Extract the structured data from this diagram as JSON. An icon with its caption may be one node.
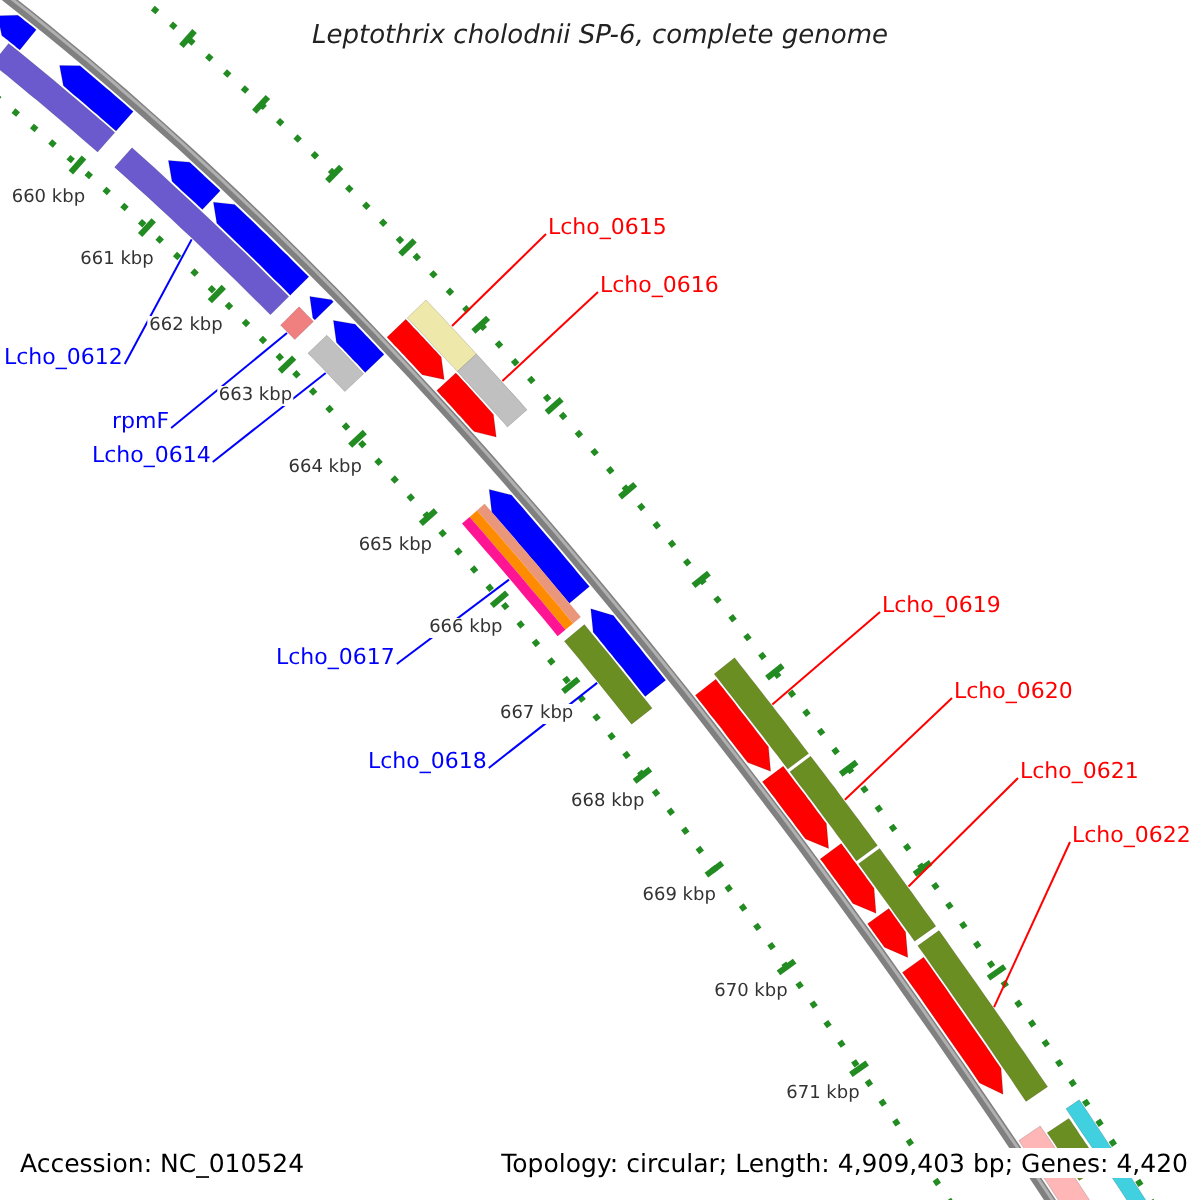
{
  "diagram": {
    "title": "Leptothrix cholodnii SP-6, complete genome",
    "nodes": [
      {
        "text": [
          "Lcho_0612"
        ]
      },
      {
        "text": [
          "rpmF"
        ]
      },
      {
        "text": [
          "Lcho_0614"
        ]
      },
      {
        "text": [
          "Lcho_0615"
        ]
      },
      {
        "text": [
          "Lcho_0616"
        ]
      },
      {
        "text": [
          "Lcho_0617"
        ]
      },
      {
        "text": [
          "Lcho_0618"
        ]
      },
      {
        "text": [
          "Lcho_0619"
        ]
      },
      {
        "text": [
          "Lcho_0620"
        ]
      },
      {
        "text": [
          "Lcho_0621"
        ]
      },
      {
        "text": [
          "Lcho_0622"
        ]
      },
      {
        "text": [],
        "shape": "bar"
      },
      {
        "text": [],
        "shape": "bar"
      },
      {
        "text": [],
        "shape": "bar"
      },
      {
        "text": [],
        "shape": "bar"
      },
      {
        "text": [],
        "shape": "bar"
      },
      {
        "text": [],
        "shape": "bar"
      },
      {
        "text": [],
        "shape": "bar"
      },
      {
        "text": [],
        "shape": "bar"
      },
      {
        "text": [],
        "shape": "bar"
      },
      {
        "text": [],
        "shape": "bar"
      },
      {
        "text": [],
        "shape": "bar"
      }
    ],
    "edges": [
      {
        "from": 0,
        "to": 11,
        "arrow": "none",
        "color": "#0000ff"
      },
      {
        "from": 1,
        "to": 12,
        "arrow": "none",
        "color": "#0000ff"
      },
      {
        "from": 2,
        "to": 13,
        "arrow": "none",
        "color": "#0000ff"
      },
      {
        "from": 3,
        "to": 14,
        "arrow": "none"
      },
      {
        "from": 4,
        "to": 15,
        "arrow": "none"
      },
      {
        "from": 5,
        "to": 16,
        "arrow": "none",
        "color": "#0000ff"
      },
      {
        "from": 6,
        "to": 17,
        "arrow": "none",
        "color": "#0000ff"
      },
      {
        "from": 7,
        "to": 18,
        "arrow": "none"
      },
      {
        "from": 8,
        "to": 19,
        "arrow": "none"
      },
      {
        "from": 9,
        "to": 20,
        "arrow": "none"
      },
      {
        "from": 10,
        "to": 21,
        "arrow": "none"
      }
    ],
    "labels": [
      "660 kbp",
      "661 kbp",
      "662 kbp",
      "663 kbp",
      "664 kbp",
      "665 kbp",
      "666 kbp",
      "667 kbp",
      "668 kbp",
      "669 kbp",
      "670 kbp",
      "671 kbp",
      "Accession: NC_010524",
      "Topology: circular; Length: 4,909,403 bp; Genes: 4,420"
    ]
  }
}
